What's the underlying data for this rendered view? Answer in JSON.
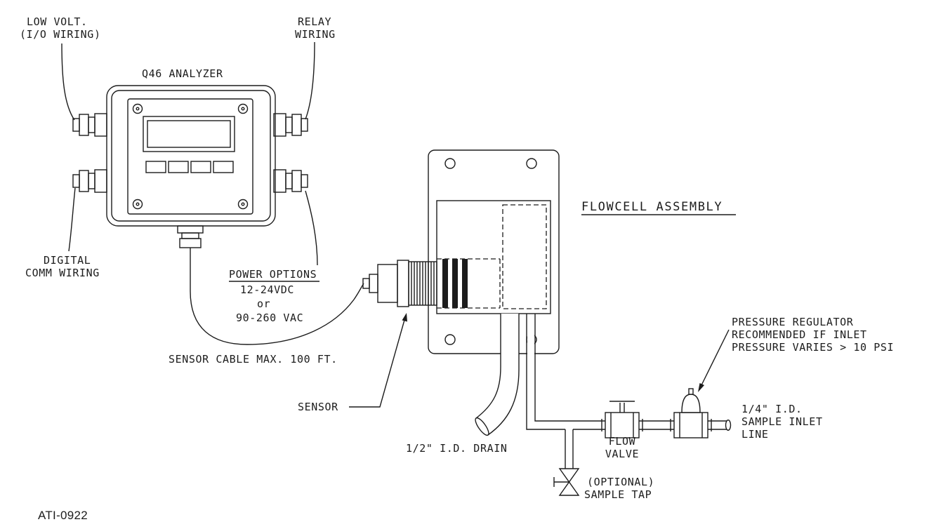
{
  "drawing": {
    "doc_id": "ATI-0922",
    "colors": {
      "line": "#1c1c1c",
      "background": "#ffffff"
    },
    "labels": {
      "low_volt_line1": "LOW VOLT.",
      "low_volt_line2": "(I/O WIRING)",
      "relay_line1": "RELAY",
      "relay_line2": "WIRING",
      "analyzer_title": "Q46 ANALYZER",
      "digital_line1": "DIGITAL",
      "digital_line2": "COMM WIRING",
      "power_title": "POWER OPTIONS",
      "power_line1": "12-24VDC",
      "power_line2": "or",
      "power_line3": "90-260 VAC",
      "sensor_cable": "SENSOR CABLE MAX. 100 FT.",
      "flowcell_title": "FLOWCELL ASSEMBLY",
      "sensor": "SENSOR",
      "drain": "1/2\" I.D. DRAIN",
      "pressure_line1": "PRESSURE REGULATOR",
      "pressure_line2": "RECOMMENDED IF INLET",
      "pressure_line3": "PRESSURE VARIES > 10 PSI",
      "inlet_line1": "1/4\" I.D.",
      "inlet_line2": "SAMPLE INLET",
      "inlet_line3": "LINE",
      "flow_valve_line1": "FLOW",
      "flow_valve_line2": "VALVE",
      "sample_tap_line1": "(OPTIONAL)",
      "sample_tap_line2": "SAMPLE TAP"
    }
  }
}
